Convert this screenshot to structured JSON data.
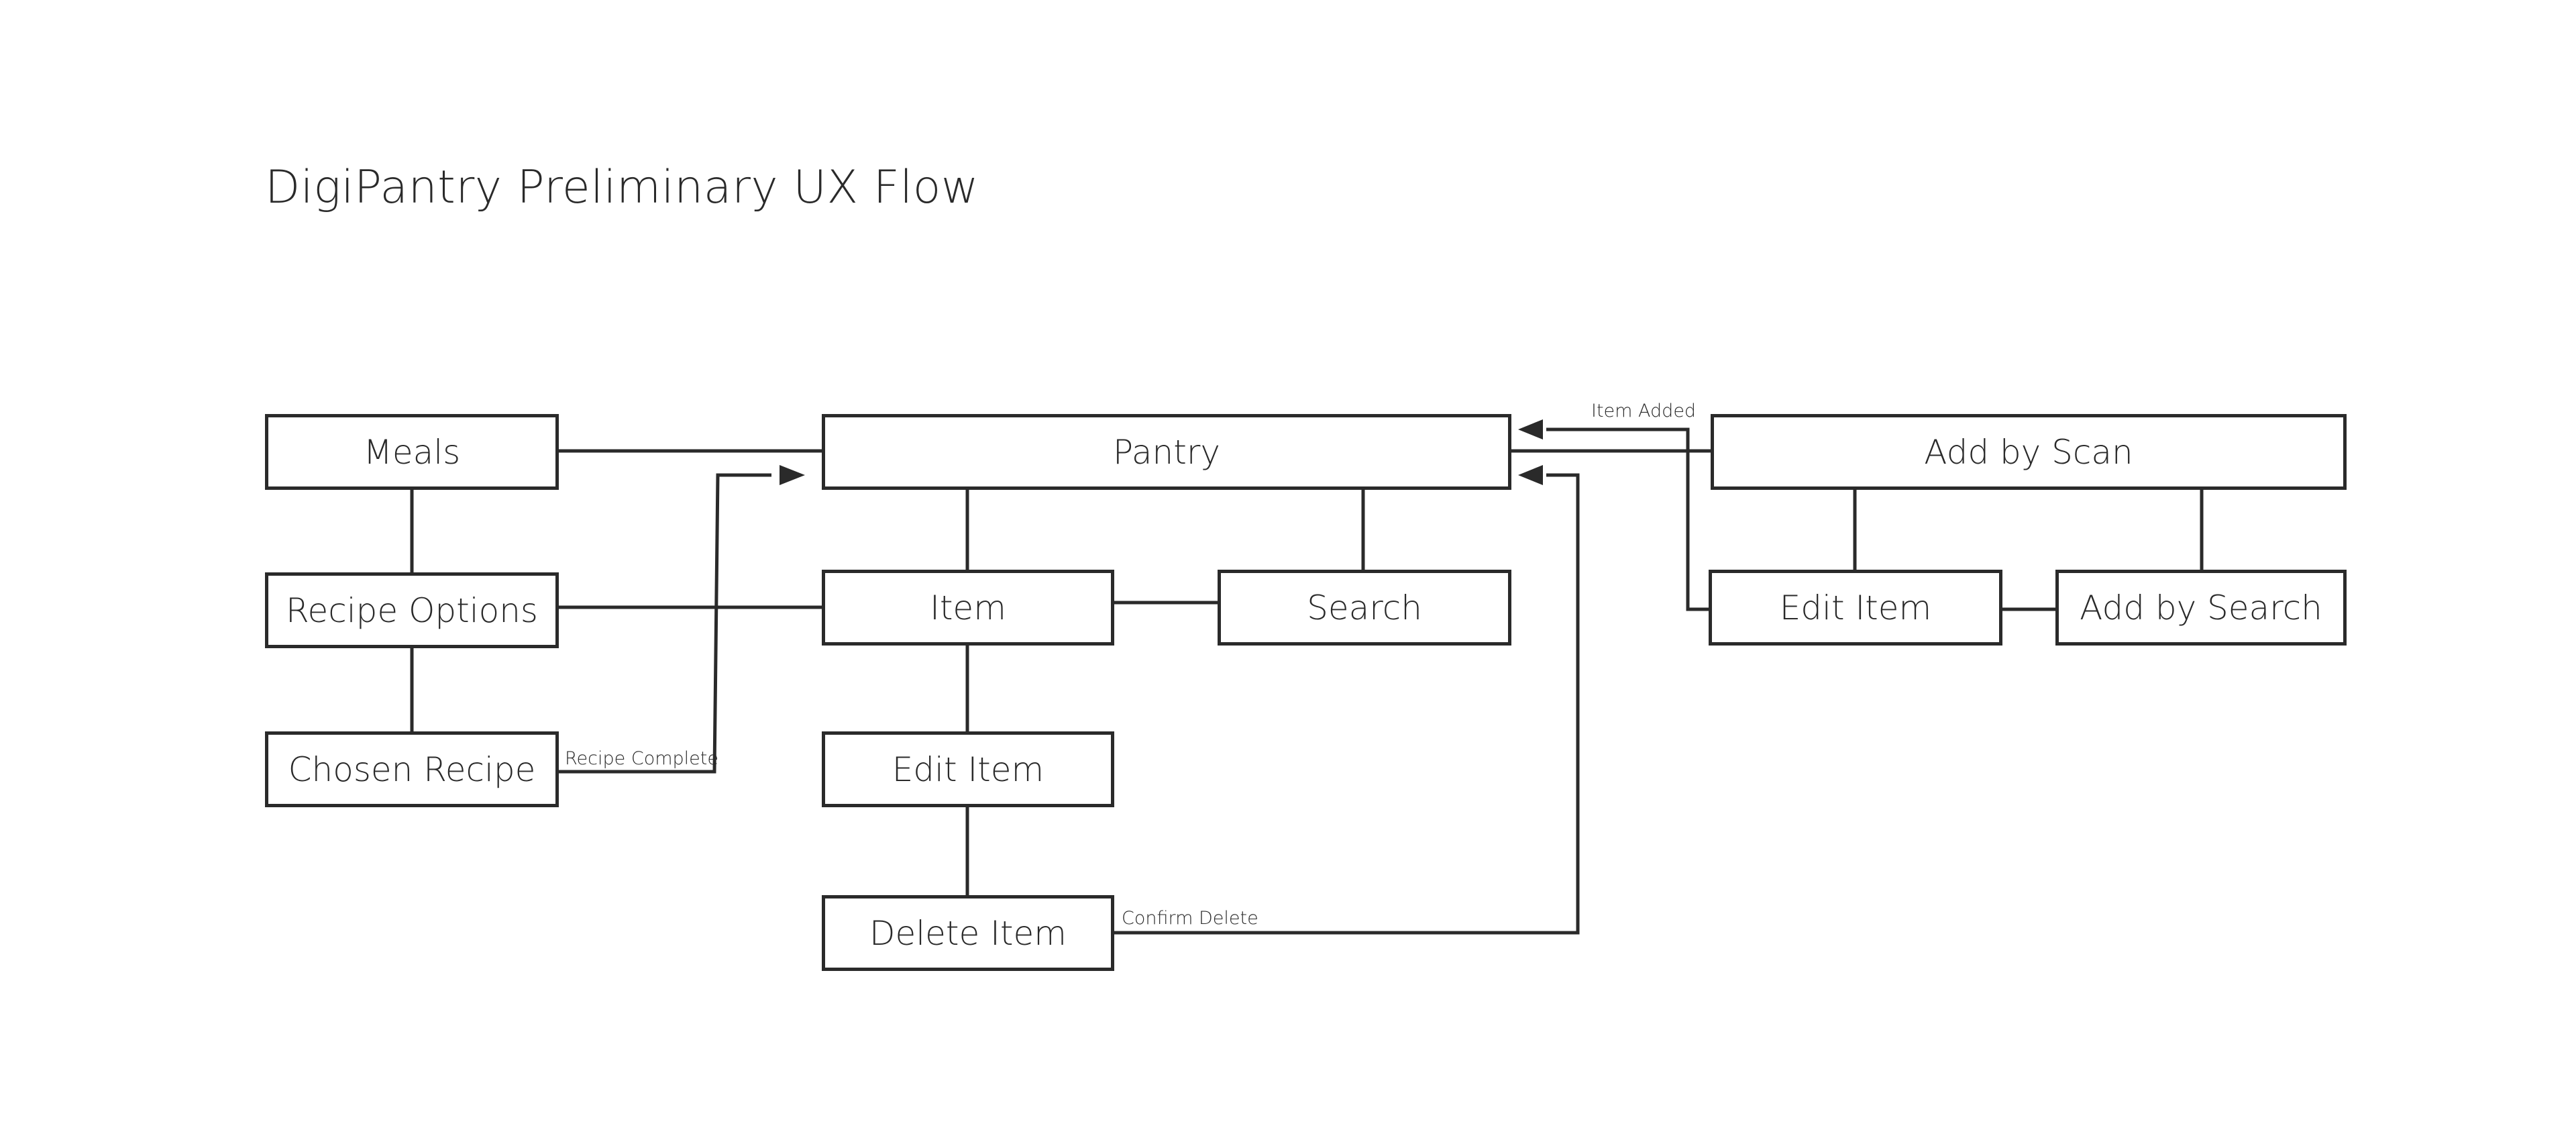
{
  "title": "DigiPantry Preliminary UX Flow",
  "colors": {
    "line": "#2a2a2a",
    "background": "#ffffff"
  },
  "nodes": {
    "meals": "Meals",
    "recipe_options": "Recipe Options",
    "chosen_recipe": "Chosen Recipe",
    "pantry": "Pantry",
    "item": "Item",
    "search": "Search",
    "edit_item": "Edit Item",
    "delete_item": "Delete Item",
    "add_by_scan": "Add by Scan",
    "scan_edit_item": "Edit Item",
    "add_by_search": "Add by Search"
  },
  "edge_labels": {
    "recipe_complete": "Recipe Complete",
    "confirm_delete": "Confirm Delete",
    "item_added": "Item Added"
  }
}
